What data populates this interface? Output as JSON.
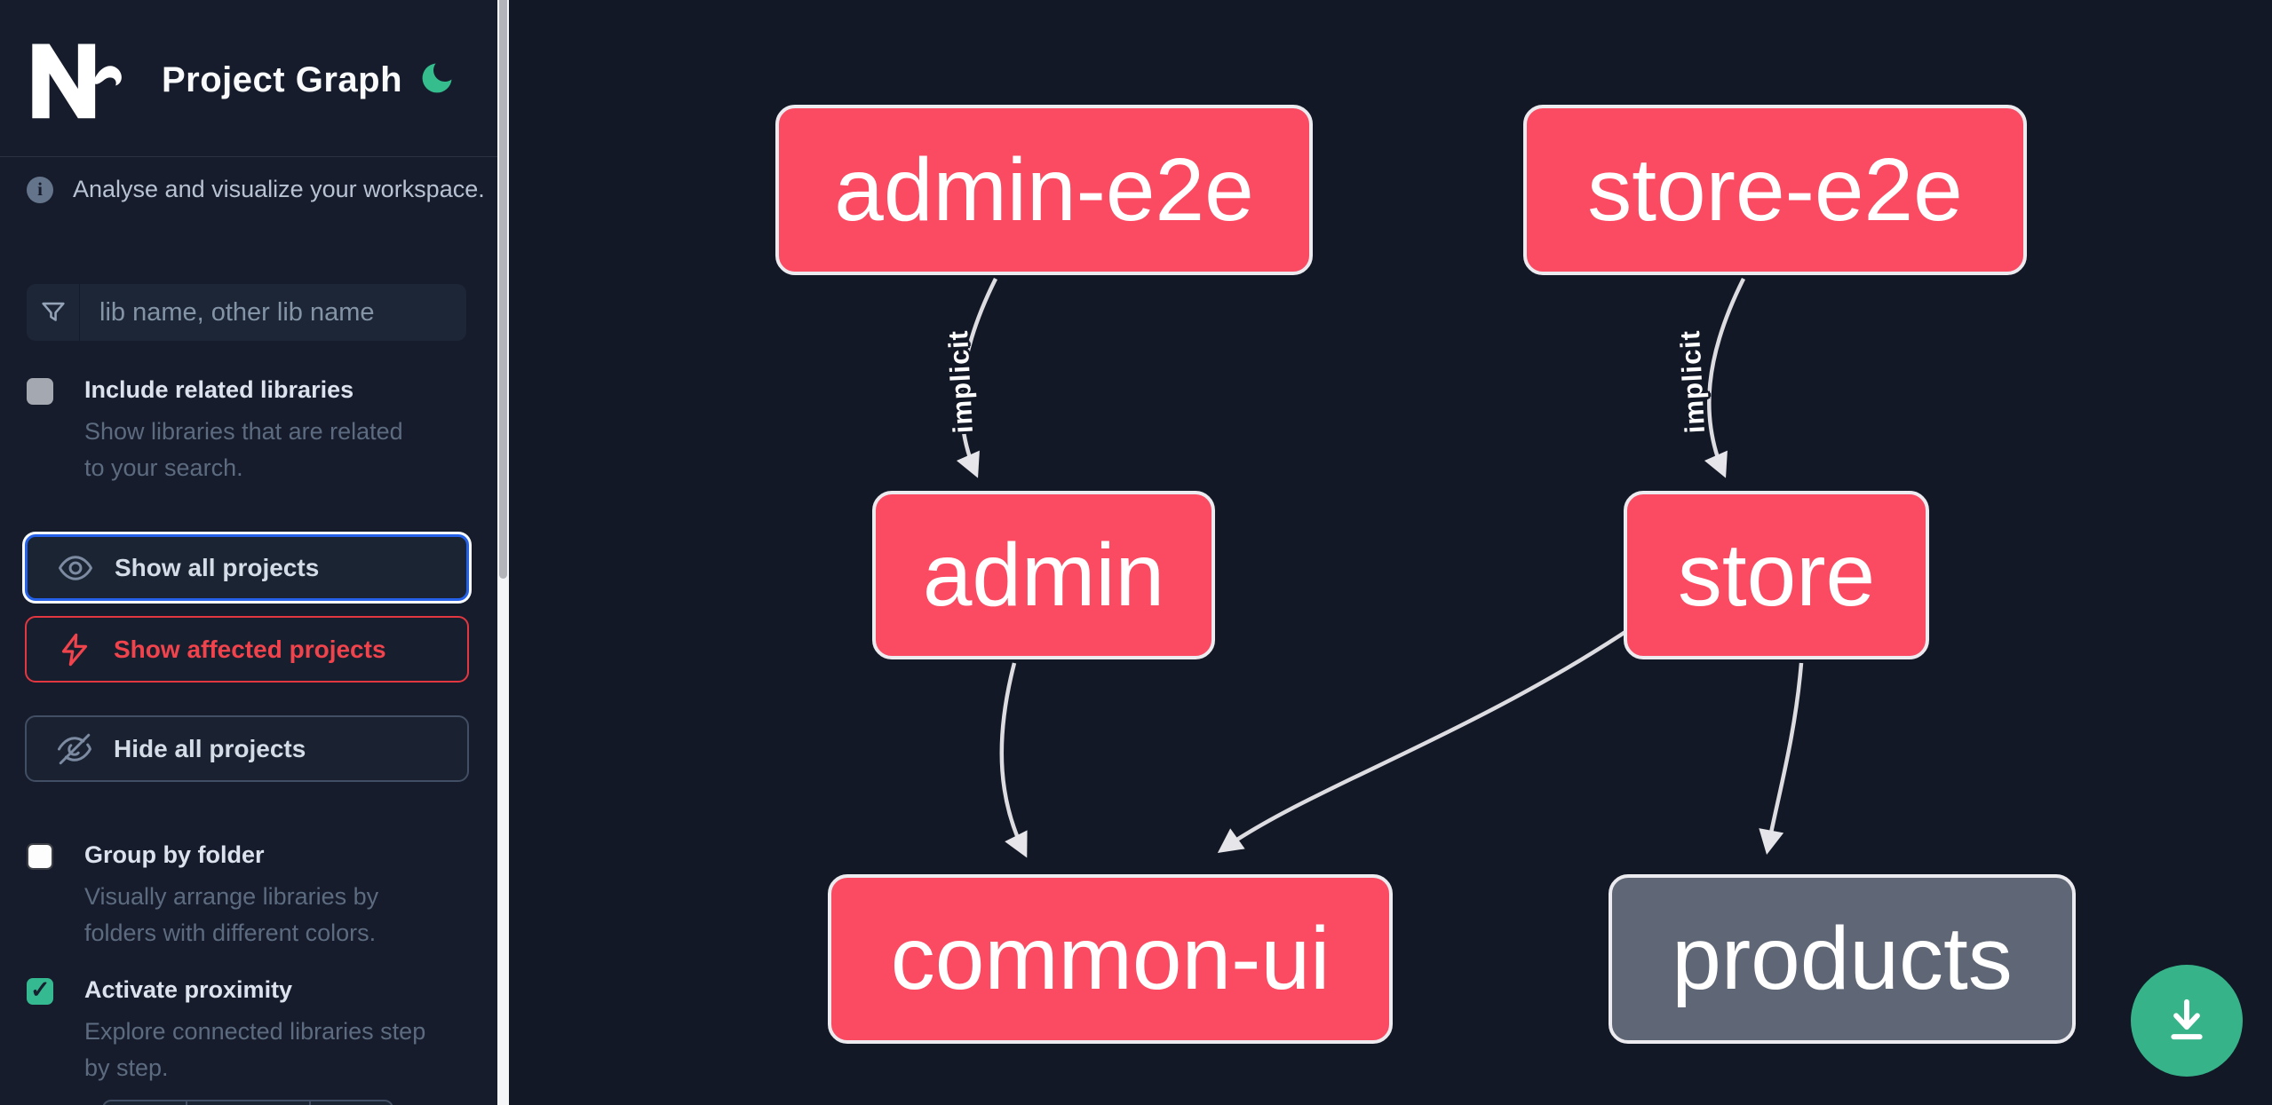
{
  "header": {
    "app_title": "Project Graph",
    "theme_toggle": "dark-mode-moon"
  },
  "sidebar": {
    "tagline": "Analyse and visualize your workspace.",
    "search_placeholder": "lib name, other lib name",
    "include_related": {
      "label": "Include related libraries",
      "description": "Show libraries that are related to your search.",
      "checked": false
    },
    "actions": {
      "show_all": "Show all projects",
      "show_affected": "Show affected projects",
      "hide_all": "Hide all projects"
    },
    "group_by_folder": {
      "label": "Group by folder",
      "description": "Visually arrange libraries by folders with different colors.",
      "checked": false
    },
    "activate_proximity": {
      "label": "Activate proximity",
      "description": "Explore connected libraries step by step.",
      "checked": true
    }
  },
  "graph": {
    "nodes": [
      {
        "id": "admin-e2e",
        "label": "admin-e2e",
        "color": "pink"
      },
      {
        "id": "store-e2e",
        "label": "store-e2e",
        "color": "pink"
      },
      {
        "id": "admin",
        "label": "admin",
        "color": "pink"
      },
      {
        "id": "store",
        "label": "store",
        "color": "pink"
      },
      {
        "id": "common-ui",
        "label": "common-ui",
        "color": "pink"
      },
      {
        "id": "products",
        "label": "products",
        "color": "gray"
      }
    ],
    "edges": [
      {
        "from": "admin-e2e",
        "to": "admin",
        "label": "implicit"
      },
      {
        "from": "store-e2e",
        "to": "store",
        "label": "implicit"
      },
      {
        "from": "admin",
        "to": "common-ui",
        "label": ""
      },
      {
        "from": "store",
        "to": "common-ui",
        "label": ""
      },
      {
        "from": "store",
        "to": "products",
        "label": ""
      }
    ]
  },
  "fab": {
    "action": "download-graph-image"
  },
  "colors": {
    "node_pink": "#fa4b63",
    "node_gray": "#5f6675",
    "node_border": "#ececf0",
    "edge": "#dcdce1",
    "accent_green": "#36b389",
    "focus_blue": "#2461e8",
    "affected_red": "#f1434c",
    "sidebar_bg": "#161c2b",
    "canvas_bg": "#121826"
  }
}
